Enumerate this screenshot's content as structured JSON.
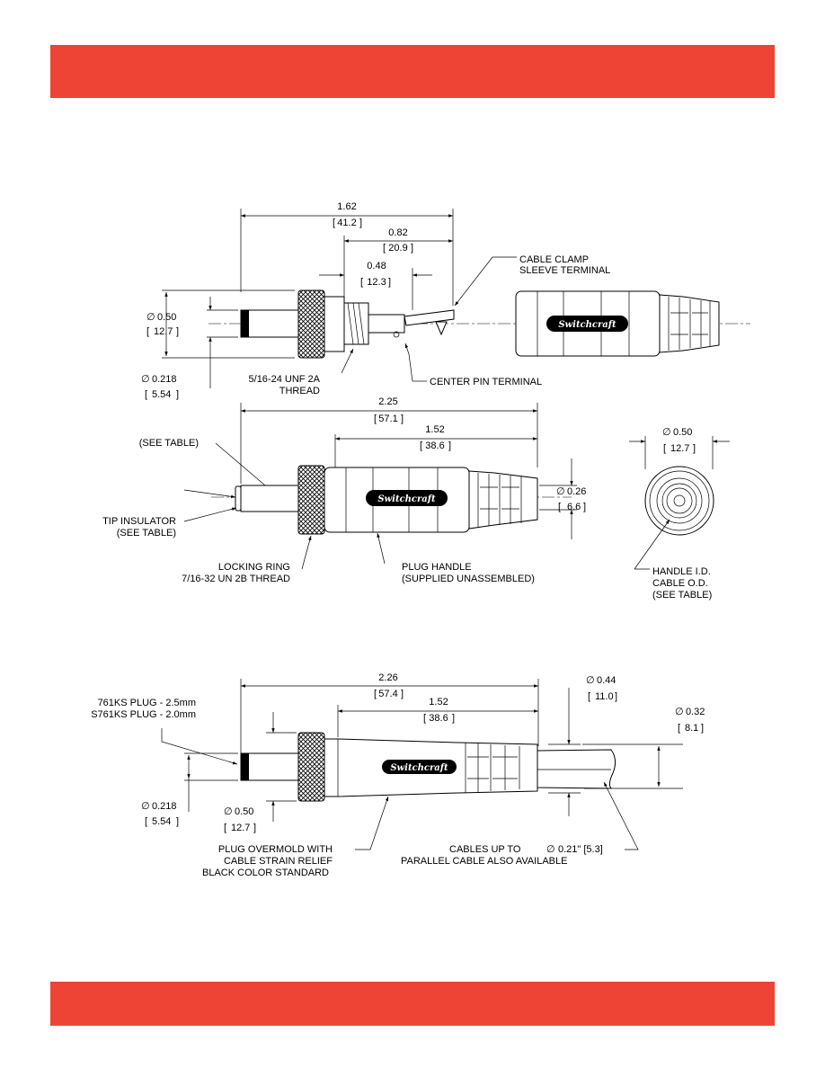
{
  "colors": {
    "band": "#ee4436",
    "ink": "#000000",
    "paper": "#ffffff"
  },
  "brand": {
    "logo_text": "Switchcraft"
  },
  "view1": {
    "dim_overall": "1.62",
    "dim_overall_mm": "41.2",
    "dim_mid": "0.82",
    "dim_mid_mm": "20.9",
    "dim_short": "0.48",
    "dim_short_mm": "12.3",
    "dia_left": "0.50",
    "dia_left_mm": "12.7",
    "dia_pin": "0.218",
    "dia_pin_mm": "5.54",
    "label_clamp_1": "CABLE CLAMP",
    "label_clamp_2": "SLEEVE TERMINAL",
    "label_thread_1": "5/16-24 UNF 2A",
    "label_thread_2": "THREAD",
    "label_center_pin": "CENTER PIN TERMINAL"
  },
  "view2": {
    "dim_overall": "2.25",
    "dim_overall_mm": "57.1",
    "dim_handle": "1.52",
    "dim_handle_mm": "38.6",
    "dia_handle": "0.26",
    "dia_handle_mm": "6.6",
    "label_see_table": "(SEE TABLE)",
    "label_tip_1": "TIP INSULATOR",
    "label_tip_2": "(SEE TABLE)",
    "label_ring_1": "LOCKING RING",
    "label_ring_2": "7/16-32 UN 2B THREAD",
    "label_handle_1": "PLUG HANDLE",
    "label_handle_2": "(SUPPLIED UNASSEMBLED)"
  },
  "end_view": {
    "dia": "0.50",
    "dia_mm": "12.7",
    "label_1": "HANDLE I.D.",
    "label_2": "CABLE O.D.",
    "label_3": "(SEE TABLE)"
  },
  "view3": {
    "dim_overall": "2.26",
    "dim_overall_mm": "57.4",
    "dim_handle": "1.52",
    "dim_handle_mm": "38.6",
    "dia_outer": "0.44",
    "dia_outer_mm": "11.0",
    "dia_cable": "0.32",
    "dia_cable_mm": "8.1",
    "dia_pin": "0.218",
    "dia_pin_mm": "5.54",
    "dia_ring": "0.50",
    "dia_ring_mm": "12.7",
    "label_plug_1": "761KS PLUG - 2.5mm",
    "label_plug_2": "S761KS PLUG - 2.0mm",
    "label_overmold_1": "PLUG OVERMOLD WITH",
    "label_overmold_2": "CABLE STRAIN RELIEF",
    "label_overmold_3": "BLACK COLOR STANDARD",
    "label_cables_1": "CABLES UP TO",
    "label_cables_dia": "0.21\" [5.3]",
    "label_cables_2": "PARALLEL CABLE ALSO AVAILABLE"
  }
}
